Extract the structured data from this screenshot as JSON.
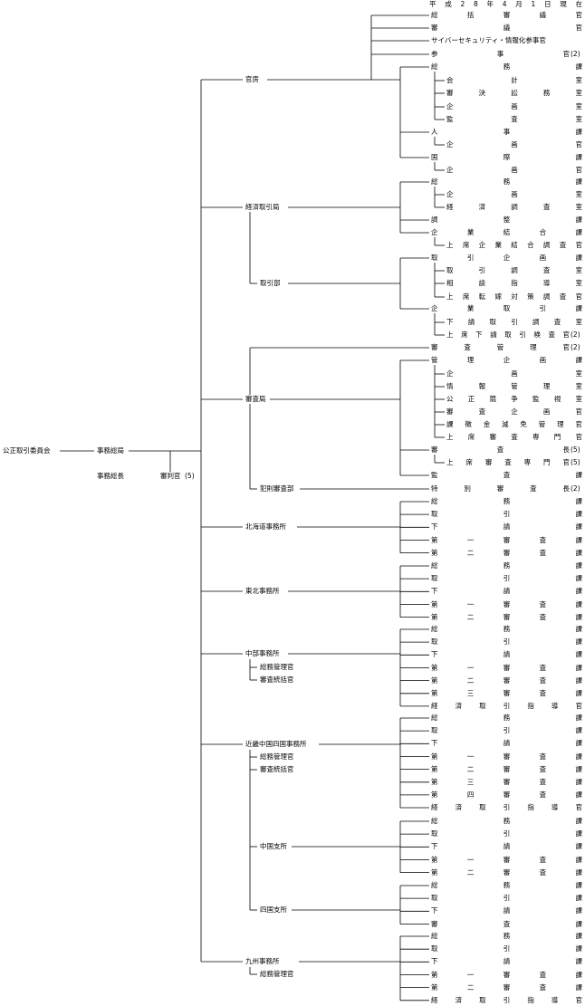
{
  "header": "平成28年4月1日現在",
  "root": {
    "name": "公正取引委員会",
    "secretariat": "事務総局",
    "secretary_general": "事務総長",
    "judge": "審判官",
    "judge_count": "(5)"
  },
  "bureaus": [
    {
      "name": "官房",
      "top": [
        "総括審議官",
        "審議官",
        "サイバーセキュリティ・情報化参事官",
        "参事官"
      ],
      "top_counts": [
        "",
        "",
        "",
        "(2)"
      ],
      "groups": [
        {
          "name": "総務課",
          "subs": [
            "会計室",
            "審決訟務室",
            "企画室",
            "監査室"
          ],
          "sub_counts": [
            "",
            "",
            "",
            ""
          ]
        },
        {
          "name": "人事課",
          "subs": [
            "企画官"
          ],
          "sub_counts": [
            ""
          ]
        },
        {
          "name": "国際課",
          "subs": [
            "企画官"
          ],
          "sub_counts": [
            ""
          ]
        }
      ]
    },
    {
      "name": "経済取引局",
      "groups": [
        {
          "name": "総務課",
          "subs": [
            "企画室",
            "経済調査室"
          ],
          "sub_counts": [
            "",
            ""
          ]
        },
        {
          "name": "調整課",
          "subs": [],
          "sub_counts": []
        },
        {
          "name": "企業結合課",
          "subs": [
            "上席企業結合調査官"
          ],
          "sub_counts": [
            ""
          ]
        }
      ],
      "dept": {
        "name": "取引部",
        "groups": [
          {
            "name": "取引企画課",
            "subs": [
              "取引調査室",
              "相談指導室",
              "上席転嫁対策調査官"
            ],
            "sub_counts": [
              "",
              "",
              ""
            ]
          },
          {
            "name": "企業取引課",
            "subs": [
              "下請取引調査室",
              "上席下請取引検査官"
            ],
            "sub_counts": [
              "",
              "(2)"
            ]
          }
        ]
      }
    },
    {
      "name": "審査局",
      "top": [
        "審査管理官"
      ],
      "top_counts": [
        "(2)"
      ],
      "groups": [
        {
          "name": "管理企画課",
          "subs": [
            "企画室",
            "情報管理室",
            "公正競争監視室",
            "審査企画官",
            "課徴金減免管理官",
            "上席審査専門官"
          ],
          "sub_counts": [
            "",
            "",
            "",
            "",
            "",
            ""
          ]
        },
        {
          "name": "審査長",
          "count": "(5)",
          "subs": [
            "上席審査専門官"
          ],
          "sub_counts": [
            "(5)"
          ]
        },
        {
          "name": "監査課",
          "subs": [],
          "sub_counts": []
        }
      ],
      "dept": {
        "name": "犯則審査部",
        "items": [
          "特別審査長"
        ],
        "item_counts": [
          "(2)"
        ]
      }
    },
    {
      "name": "北海道事務所",
      "items": [
        "総務課",
        "取引課",
        "下請課",
        "第一審査課",
        "第二審査課"
      ]
    },
    {
      "name": "東北事務所",
      "items": [
        "総務課",
        "取引課",
        "下請課",
        "第一審査課",
        "第二審査課"
      ]
    },
    {
      "name": "中部事務所",
      "officers": [
        "総務管理官",
        "審査統括官"
      ],
      "items": [
        "総務課",
        "取引課",
        "下請課",
        "第一審査課",
        "第二審査課",
        "第三審査課",
        "経済取引指導官"
      ]
    },
    {
      "name": "近畿中国四国事務所",
      "officers": [
        "総務管理官",
        "審査統括官"
      ],
      "items": [
        "総務課",
        "取引課",
        "下請課",
        "第一審査課",
        "第二審査課",
        "第三審査課",
        "第四審査課",
        "経済取引指導官"
      ],
      "branches": [
        {
          "name": "中国支所",
          "items": [
            "総務課",
            "取引課",
            "下請課",
            "第一審査課",
            "第二審査課"
          ]
        },
        {
          "name": "四国支所",
          "items": [
            "総務課",
            "取引課",
            "下請課",
            "審査課"
          ]
        }
      ]
    },
    {
      "name": "九州事務所",
      "officers": [
        "総務管理官"
      ],
      "items": [
        "総務課",
        "取引課",
        "下請課",
        "第一審査課",
        "第二審査課",
        "経済取引指導官"
      ]
    }
  ]
}
